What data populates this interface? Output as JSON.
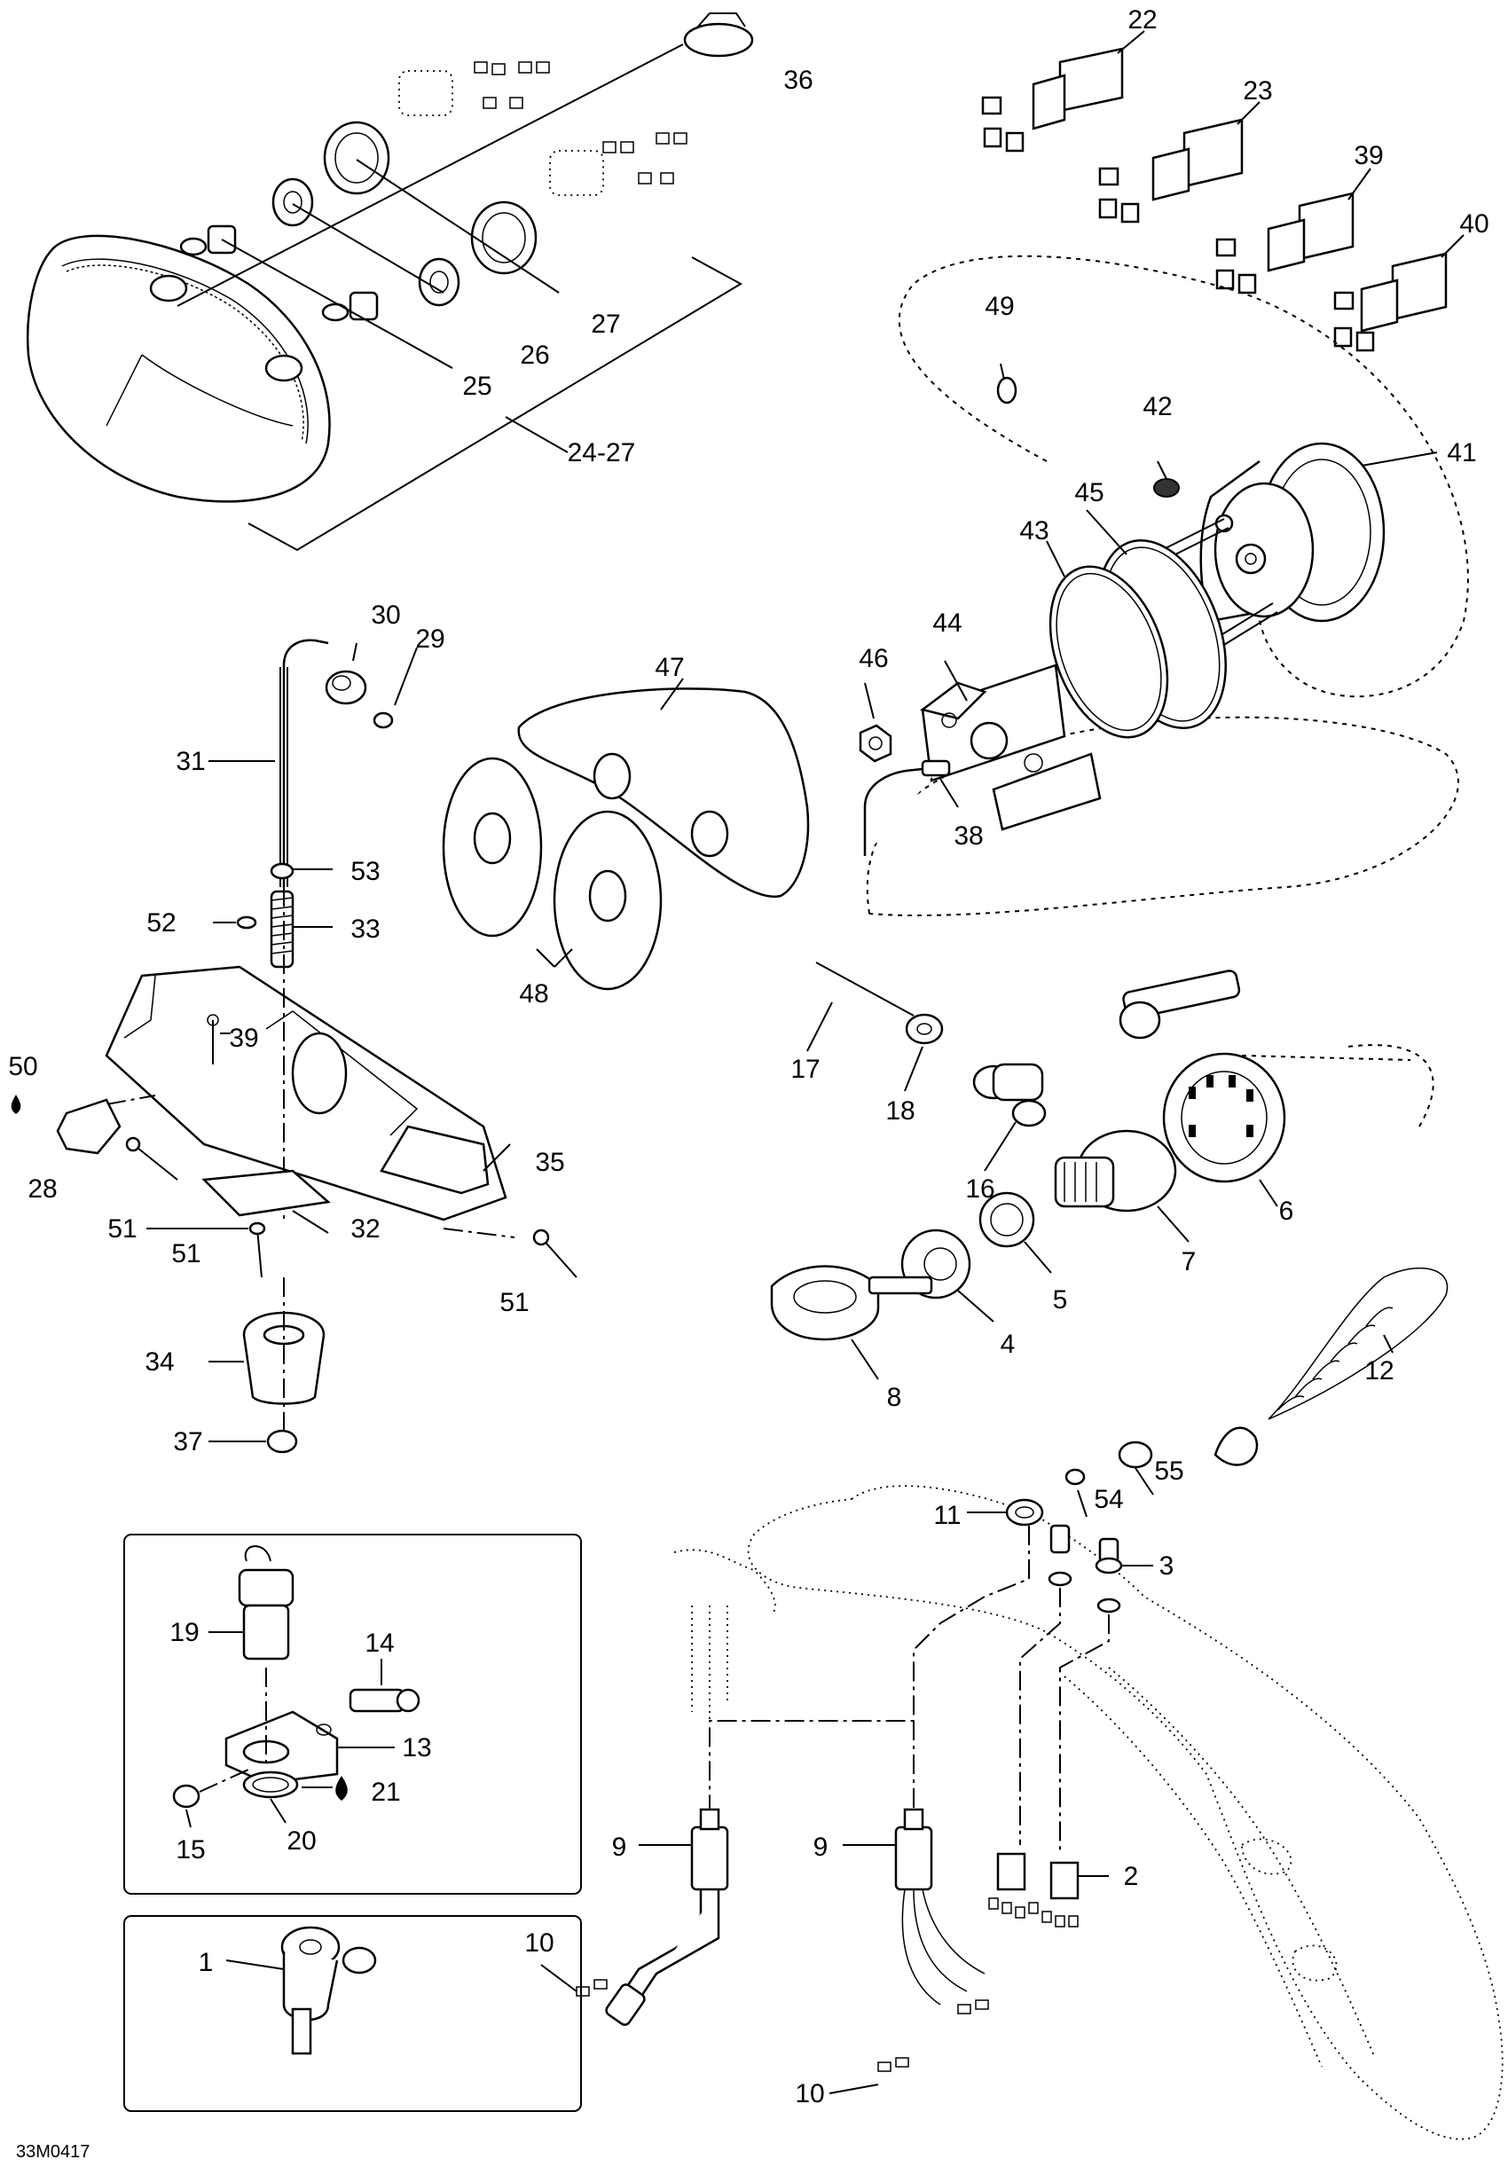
{
  "diagram_code": "33M0417",
  "labels": {
    "l1": "1",
    "l2": "2",
    "l3": "3",
    "l4": "4",
    "l5": "5",
    "l6": "6",
    "l7": "7",
    "l8": "8",
    "l9a": "9",
    "l9b": "9",
    "l10a": "10",
    "l10b": "10",
    "l11": "11",
    "l12": "12",
    "l13": "13",
    "l14": "14",
    "l15": "15",
    "l16": "16",
    "l17": "17",
    "l18": "18",
    "l19": "19",
    "l20": "20",
    "l21": "21",
    "l22": "22",
    "l23": "23",
    "l24_27": "24-27",
    "l25": "25",
    "l26": "26",
    "l27": "27",
    "l28": "28",
    "l29": "29",
    "l30": "30",
    "l31": "31",
    "l32": "32",
    "l33": "33",
    "l34": "34",
    "l35": "35",
    "l36": "36",
    "l37": "37",
    "l38": "38",
    "l39a": "39",
    "l39b": "39",
    "l40": "40",
    "l41": "41",
    "l42": "42",
    "l43": "43",
    "l44": "44",
    "l45": "45",
    "l46": "46",
    "l47": "47",
    "l48": "48",
    "l49": "49",
    "l50": "50",
    "l51a": "51",
    "l51b": "51",
    "l51c": "51",
    "l52": "52",
    "l53": "53",
    "l54": "54",
    "l55": "55"
  }
}
